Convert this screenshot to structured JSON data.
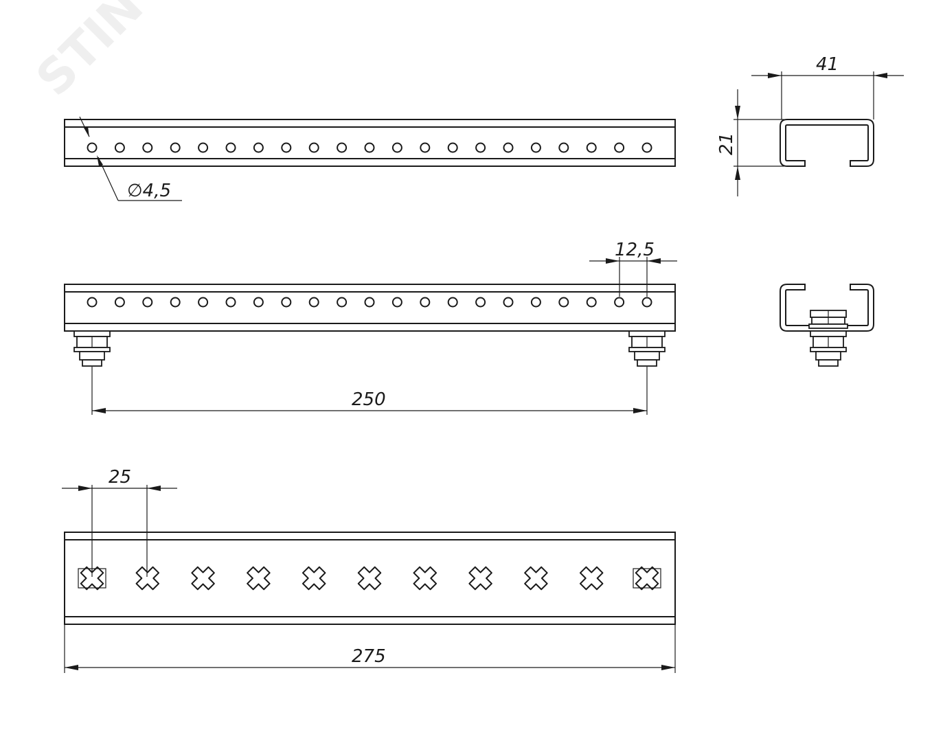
{
  "dimensions": {
    "hole_diameter": "∅4,5",
    "section_width": "41",
    "section_height": "21",
    "hole_pitch": "12,5",
    "bolt_spacing": "250",
    "slot_pitch": "25",
    "overall_length": "275"
  },
  "drawing": {
    "round_holes_count": 21,
    "cross_slots_count": 11,
    "bolt_assemblies_count": 2,
    "watermark": "STIN"
  }
}
